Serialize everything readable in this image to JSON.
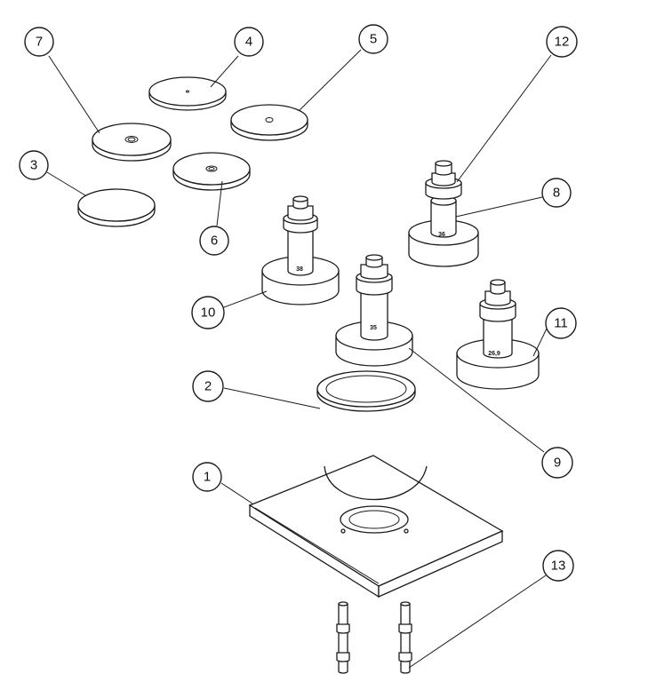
{
  "callouts": [
    {
      "id": "1",
      "label": "1"
    },
    {
      "id": "2",
      "label": "2"
    },
    {
      "id": "3",
      "label": "3"
    },
    {
      "id": "4",
      "label": "4"
    },
    {
      "id": "5",
      "label": "5"
    },
    {
      "id": "6",
      "label": "6"
    },
    {
      "id": "7",
      "label": "7"
    },
    {
      "id": "8",
      "label": "8"
    },
    {
      "id": "9",
      "label": "9"
    },
    {
      "id": "10",
      "label": "10"
    },
    {
      "id": "11",
      "label": "11"
    },
    {
      "id": "12",
      "label": "12"
    },
    {
      "id": "13",
      "label": "13"
    }
  ],
  "engravings": {
    "part8": "36",
    "part9": "35",
    "part10": "38",
    "part11": "26,9"
  }
}
